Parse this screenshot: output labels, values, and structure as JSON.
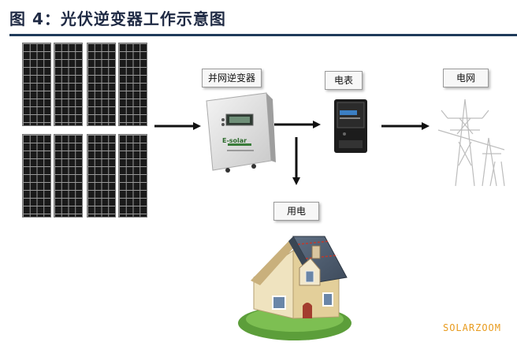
{
  "title": "图 4：光伏逆变器工作示意图",
  "nodes": {
    "inverter": "并网逆变器",
    "meter": "电表",
    "grid": "电网",
    "load": "用电"
  },
  "inverter_logo": "E-solar",
  "watermark": "SOLARZOOM",
  "colors": {
    "title": "#1f2a44",
    "rule": "#1f3b5a",
    "watermark": "#e89b1e",
    "arrow": "#111111"
  }
}
